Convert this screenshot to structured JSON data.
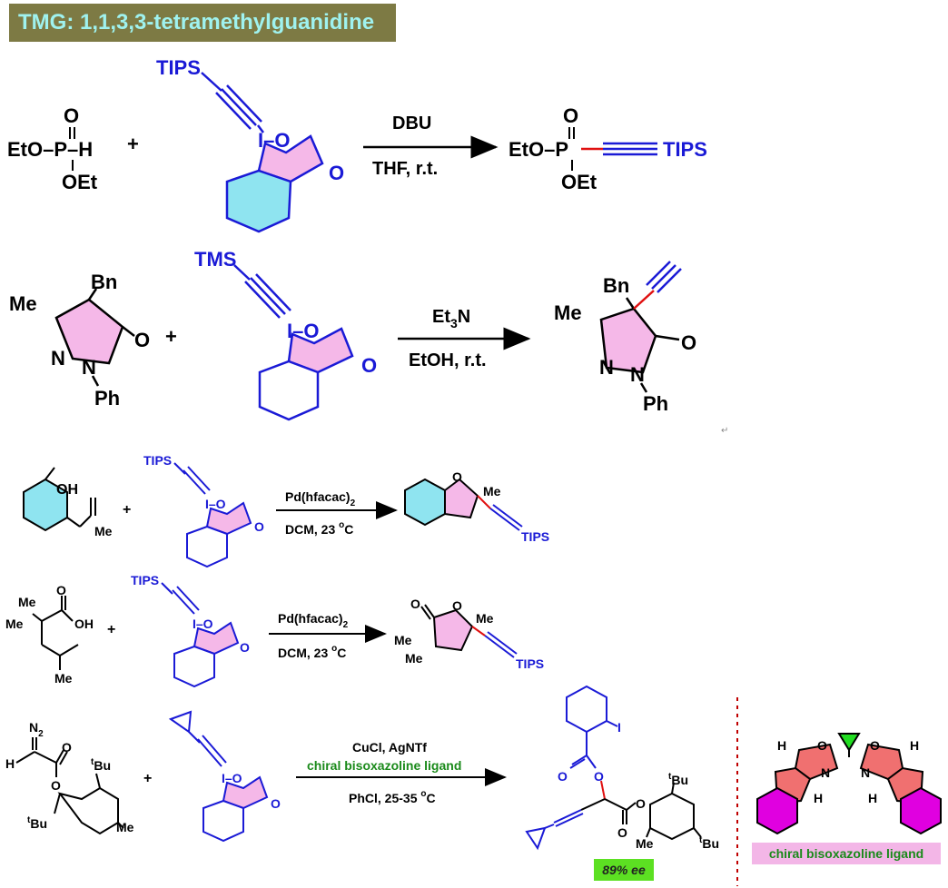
{
  "banner": {
    "text": "TMG: 1,1,3,3-tetramethylguanidine"
  },
  "reaction1": {
    "reagent_o": "O",
    "reagent_p": "EtO–P–H",
    "reagent_oet": "OEt",
    "plus": "+",
    "ebx_silyl": "TIPS",
    "ebx_io": "I–O",
    "ebx_o": "O",
    "above_arrow": "DBU",
    "below_arrow": "THF,  r.t.",
    "prod_o": "O",
    "prod_eto": "EtO–P",
    "prod_silyl": "TIPS",
    "prod_oet": "OEt"
  },
  "reaction2": {
    "bn": "Bn",
    "me": "Me",
    "n": "N",
    "n2": "N",
    "o": "O",
    "ph": "Ph",
    "plus": "+",
    "ebx_silyl": "TMS",
    "ebx_io": "I–O",
    "ebx_o": "O",
    "above_arrow_base": "Et",
    "above_arrow_sub": "3",
    "above_arrow_tail": "N",
    "below_arrow": "EtOH,  r.t.",
    "prod_bn": "Bn",
    "prod_me": "Me",
    "prod_n": "N",
    "prod_n2": "N",
    "prod_o": "O",
    "prod_ph": "Ph"
  },
  "reaction3": {
    "oh": "OH",
    "me": "Me",
    "plus": "+",
    "ebx_silyl": "TIPS",
    "ebx_io": "I–O",
    "ebx_o": "O",
    "above_arrow_base": "Pd(hfacac)",
    "above_arrow_sub": "2",
    "below_arrow_base": "DCM, 23 ",
    "below_arrow_sup": "o",
    "below_arrow_tail": "C",
    "prod_o": "O",
    "prod_me": "Me",
    "prod_silyl": "TIPS"
  },
  "reaction4": {
    "me1": "Me",
    "me2": "Me",
    "o": "O",
    "oh": "OH",
    "me3": "Me",
    "plus": "+",
    "ebx_silyl": "TIPS",
    "ebx_io": "I–O",
    "ebx_o": "O",
    "above_arrow_base": "Pd(hfacac)",
    "above_arrow_sub": "2",
    "below_arrow_base": "DCM, 23 ",
    "below_arrow_sup": "o",
    "below_arrow_tail": "C",
    "prod_o1": "O",
    "prod_o2": "O",
    "prod_me1": "Me",
    "prod_me2": "Me",
    "prod_me3": "Me",
    "prod_silyl": "TIPS"
  },
  "reaction5": {
    "n2": "N",
    "n2_sub": "2",
    "h": "H",
    "o1": "O",
    "o2": "O",
    "tbu1_sup": "t",
    "tbu1": "Bu",
    "tbu2_sup": "t",
    "tbu2": "Bu",
    "me": "Me",
    "plus": "+",
    "ebx_io": "I–O",
    "ebx_o": "O",
    "above_arrow": "CuCl, AgNTf",
    "ligand_line": "chiral bisoxazoline ligand",
    "below_arrow_base": "PhCl, 25-35 ",
    "below_arrow_sup": "o",
    "below_arrow_tail": "C",
    "prod_i": "I",
    "prod_o1": "O",
    "prod_o2": "O",
    "prod_o3": "O",
    "prod_o4": "O",
    "prod_tbu1_sup": "t",
    "prod_tbu1": "Bu",
    "prod_tbu2_sup": "t",
    "prod_tbu2": "Bu",
    "prod_me": "Me",
    "ee": "89% ee"
  },
  "ligand": {
    "h1": "H",
    "h2": "H",
    "h3": "H",
    "h4": "H",
    "o1": "O",
    "o2": "O",
    "n1": "N",
    "n2": "N",
    "caption": "chiral bisoxazoline ligand"
  },
  "colors": {
    "banner_bg": "#7d7a44",
    "banner_text": "#9ff2ef",
    "blue": "#1a1ad6",
    "pink_ring": "#f5b8e8",
    "cyan_ring": "#8fe4f0",
    "red_bond": "#e01010",
    "green_text": "#1a8a1a",
    "magenta": "#e000e0",
    "salmon": "#f07070",
    "ligand_caption_bg": "#f3b6e7",
    "ee_bg": "#5ce022"
  },
  "icons": [
    "reaction-arrow",
    "return-mark"
  ]
}
